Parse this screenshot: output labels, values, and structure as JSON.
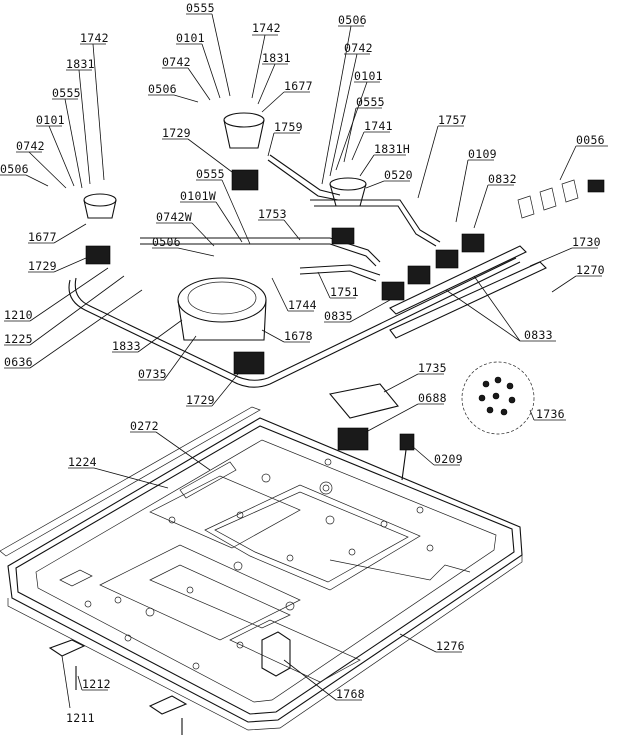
{
  "diagram": {
    "labels": [
      {
        "id": "l01",
        "text": "0555"
      },
      {
        "id": "l02",
        "text": "1742"
      },
      {
        "id": "l03",
        "text": "0101"
      },
      {
        "id": "l04",
        "text": "0742"
      },
      {
        "id": "l05",
        "text": "1831"
      },
      {
        "id": "l06",
        "text": "0506"
      },
      {
        "id": "l07",
        "text": "1677"
      },
      {
        "id": "l08",
        "text": "1742"
      },
      {
        "id": "l09",
        "text": "1831"
      },
      {
        "id": "l10",
        "text": "0555"
      },
      {
        "id": "l11",
        "text": "0101"
      },
      {
        "id": "l12",
        "text": "0742"
      },
      {
        "id": "l13",
        "text": "0506"
      },
      {
        "id": "l14",
        "text": "1729"
      },
      {
        "id": "l15",
        "text": "0506"
      },
      {
        "id": "l16",
        "text": "0742"
      },
      {
        "id": "l17",
        "text": "0101"
      },
      {
        "id": "l18",
        "text": "1759"
      },
      {
        "id": "l19",
        "text": "0555"
      },
      {
        "id": "l20",
        "text": "1741"
      },
      {
        "id": "l21",
        "text": "1831H"
      },
      {
        "id": "l22",
        "text": "1757"
      },
      {
        "id": "l23",
        "text": "0056"
      },
      {
        "id": "l24",
        "text": "0109"
      },
      {
        "id": "l25",
        "text": "0520"
      },
      {
        "id": "l26",
        "text": "0832"
      },
      {
        "id": "l27",
        "text": "1677"
      },
      {
        "id": "l28",
        "text": "1729"
      },
      {
        "id": "l29",
        "text": "0555"
      },
      {
        "id": "l30",
        "text": "0101W"
      },
      {
        "id": "l31",
        "text": "0742W"
      },
      {
        "id": "l32",
        "text": "1753"
      },
      {
        "id": "l33",
        "text": "0506"
      },
      {
        "id": "l34",
        "text": "1730"
      },
      {
        "id": "l35",
        "text": "1270"
      },
      {
        "id": "l36",
        "text": "1210"
      },
      {
        "id": "l37",
        "text": "1225"
      },
      {
        "id": "l38",
        "text": "0636"
      },
      {
        "id": "l39",
        "text": "1744"
      },
      {
        "id": "l40",
        "text": "1751"
      },
      {
        "id": "l41",
        "text": "0835"
      },
      {
        "id": "l42",
        "text": "0833"
      },
      {
        "id": "l43",
        "text": "1833"
      },
      {
        "id": "l44",
        "text": "1678"
      },
      {
        "id": "l45",
        "text": "0735"
      },
      {
        "id": "l46",
        "text": "1735"
      },
      {
        "id": "l47",
        "text": "1729"
      },
      {
        "id": "l48",
        "text": "0688"
      },
      {
        "id": "l49",
        "text": "1736"
      },
      {
        "id": "l50",
        "text": "0272"
      },
      {
        "id": "l51",
        "text": "0209"
      },
      {
        "id": "l52",
        "text": "1224"
      },
      {
        "id": "l53",
        "text": "1276"
      },
      {
        "id": "l54",
        "text": "1212"
      },
      {
        "id": "l55",
        "text": "1768"
      },
      {
        "id": "l56",
        "text": "1211"
      }
    ]
  }
}
